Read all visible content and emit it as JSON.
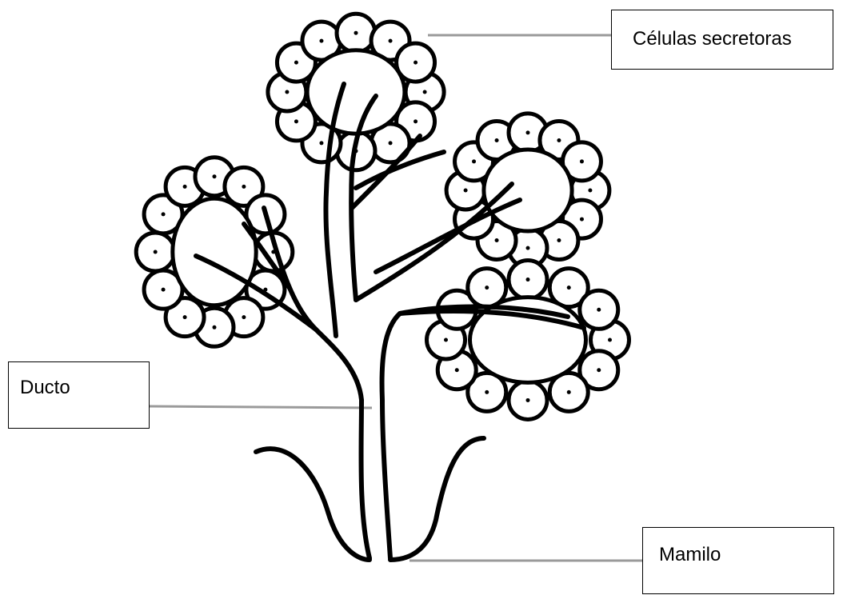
{
  "labels": {
    "secretory_cells": "Células secretoras",
    "duct": "Ducto",
    "nipple": "Mamilo"
  },
  "colors": {
    "ink": "#000000",
    "leader_line": "#9a9a9a",
    "background": "#ffffff"
  }
}
